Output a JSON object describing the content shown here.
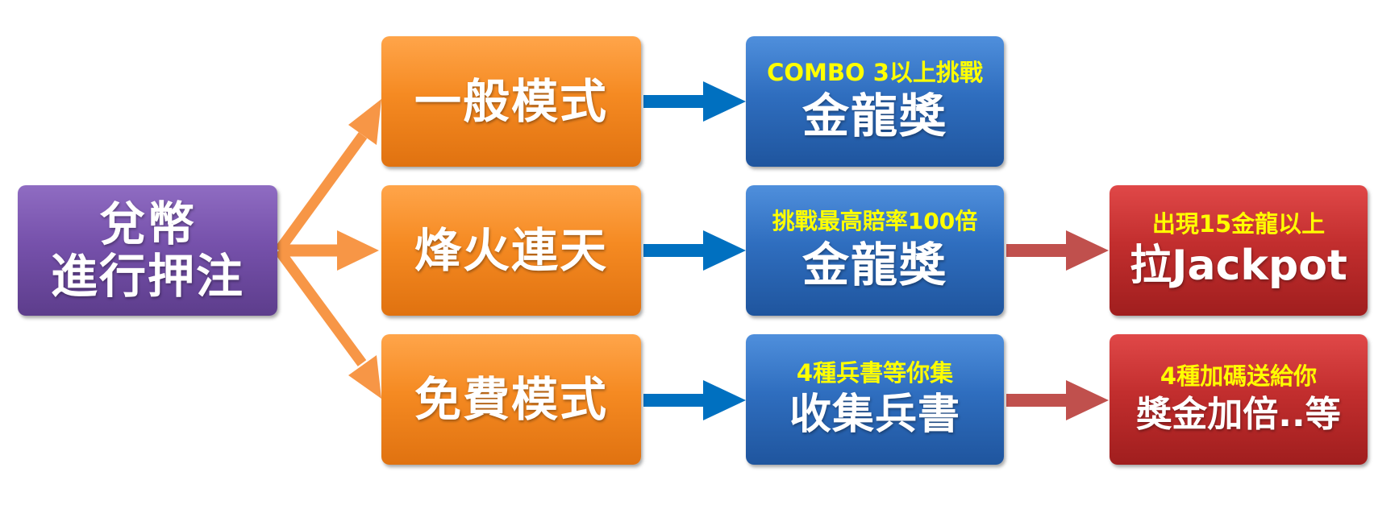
{
  "diagram": {
    "start": {
      "line1": "兌幣",
      "line2": "進行押注"
    },
    "modes": [
      {
        "label": "一般模式"
      },
      {
        "label": "烽火連天"
      },
      {
        "label": "免費模式"
      }
    ],
    "results": [
      {
        "subtitle": "COMBO 3以上挑戰",
        "label": "金龍獎"
      },
      {
        "subtitle": "挑戰最高賠率100倍",
        "label": "金龍獎"
      },
      {
        "subtitle": "4種兵書等你集",
        "label": "收集兵書"
      }
    ],
    "bonuses": [
      {
        "subtitle": "出現15金龍以上",
        "label": "拉Jackpot"
      },
      {
        "subtitle": "4種加碼送給你",
        "label": "獎金加倍..等"
      }
    ]
  },
  "colors": {
    "start_box": "#7651ab",
    "mode_box": "#f58a22",
    "result_box": "#2f6ebf",
    "bonus_box": "#c22e2e",
    "arrow_orange": "#f79646",
    "arrow_blue": "#0070c0",
    "arrow_red": "#c0504d",
    "highlight_text": "#ffff00"
  }
}
